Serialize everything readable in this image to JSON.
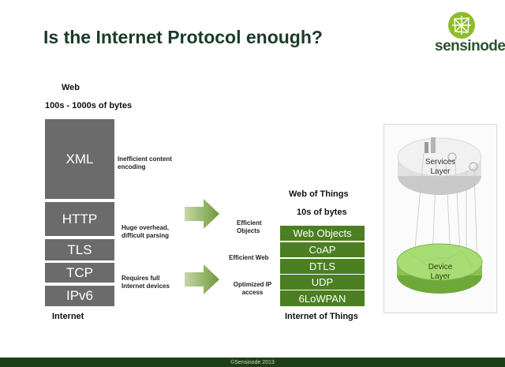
{
  "title": "Is the Internet Protocol enough?",
  "logo": {
    "text": "sensinode"
  },
  "left_stack": {
    "header_line1": "Web",
    "header_line2": "100s - 1000s of bytes",
    "layers": [
      "XML",
      "HTTP",
      "TLS",
      "TCP",
      "IPv6"
    ],
    "footer_label": "Internet"
  },
  "left_notes": {
    "note1": "Inefficient content encoding",
    "note2": "Huge overhead, difficult parsing",
    "note3": "Requires full Internet devices"
  },
  "right_notes": {
    "note1": "Efficient Objects",
    "note2": "Efficient Web",
    "note3": "Optimized IP access"
  },
  "right_stack": {
    "header_line1": "Web of Things",
    "header_line2": "10s of bytes",
    "layers": [
      "Web Objects",
      "CoAP",
      "DTLS",
      "UDP",
      "6LoWPAN"
    ],
    "footer_label": "Internet of Things"
  },
  "diagram": {
    "services_label": "Services Layer",
    "device_label": "Device Layer"
  },
  "footer_text": "©Sensinode 2013",
  "colors": {
    "title": "#1b3b2a",
    "gray_block": "#6b6b6b",
    "green_block": "#4b7f21",
    "footer_bar": "#1f3f16"
  }
}
